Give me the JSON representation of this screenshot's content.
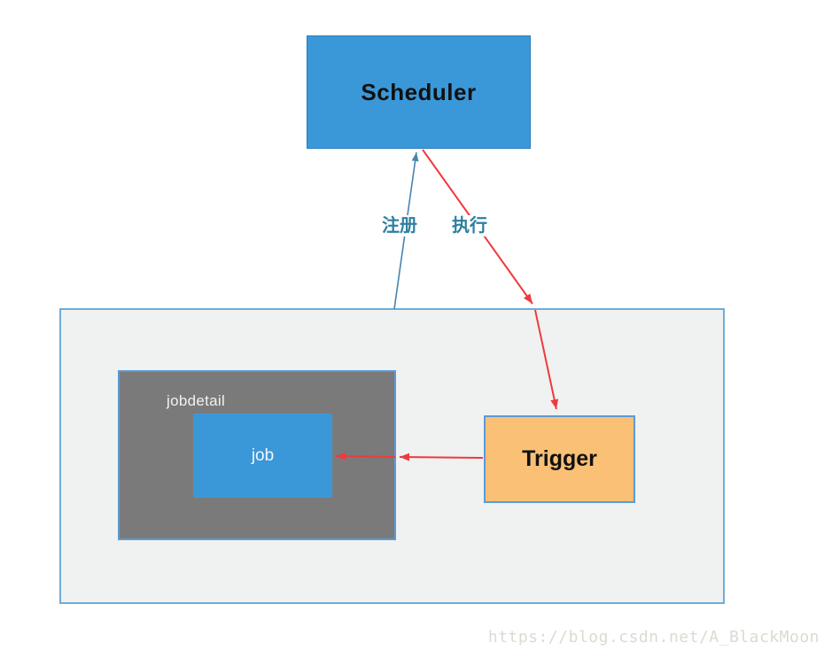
{
  "nodes": {
    "scheduler": {
      "label": "Scheduler",
      "fill": "#3b98d8"
    },
    "jobdetail": {
      "label": "jobdetail",
      "fill": "#7a7a7a",
      "border": "#5b9bd5"
    },
    "job": {
      "label": "job",
      "fill": "#3b98d8"
    },
    "trigger": {
      "label": "Trigger",
      "fill": "#f9c076",
      "border": "#5b9bd5"
    },
    "container": {
      "fill": "#f0f1f1",
      "border": "#6fadd8"
    }
  },
  "edges": {
    "register": {
      "label": "注册",
      "direction": "container to Scheduler"
    },
    "execute": {
      "label": "执行",
      "direction": "Scheduler to Trigger"
    },
    "fire": {
      "direction": "Trigger to job"
    }
  },
  "colors": {
    "arrow_red": "#ee3a3e",
    "arrow_blue": "#4784b2",
    "edge_label_text": "#2e7fa0",
    "watermark_text": "#dcdad0"
  },
  "watermark": {
    "text": "https://blog.csdn.net/A_BlackMoon"
  }
}
